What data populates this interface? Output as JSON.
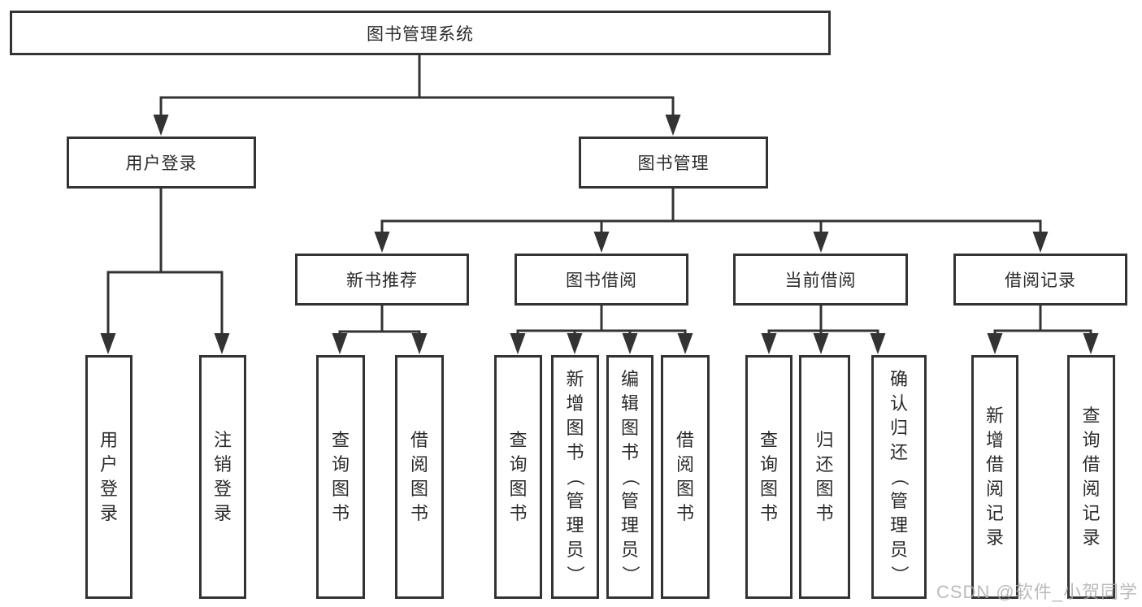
{
  "diagram": {
    "root": "图书管理系统",
    "branches": [
      {
        "label": "用户登录",
        "leaves": [
          "用户登录",
          "注销登录"
        ]
      },
      {
        "label": "图书管理",
        "children": [
          {
            "label": "新书推荐",
            "leaves": [
              "查询图书",
              "借阅图书"
            ]
          },
          {
            "label": "图书借阅",
            "leaves": [
              "查询图书",
              "新增图书（管理员）",
              "编辑图书（管理员）",
              "借阅图书"
            ]
          },
          {
            "label": "当前借阅",
            "leaves": [
              "查询图书",
              "归还图书",
              "确认归还（管理员）"
            ]
          },
          {
            "label": "借阅记录",
            "leaves": [
              "新增借阅记录",
              "查询借阅记录"
            ]
          }
        ]
      }
    ]
  },
  "watermark": "CSDN @软件_小贺同学",
  "colors": {
    "line": "#333333",
    "box_border": "#333333",
    "text": "#2b2b2b",
    "watermark": "#ababab",
    "background": "#ffffff"
  }
}
